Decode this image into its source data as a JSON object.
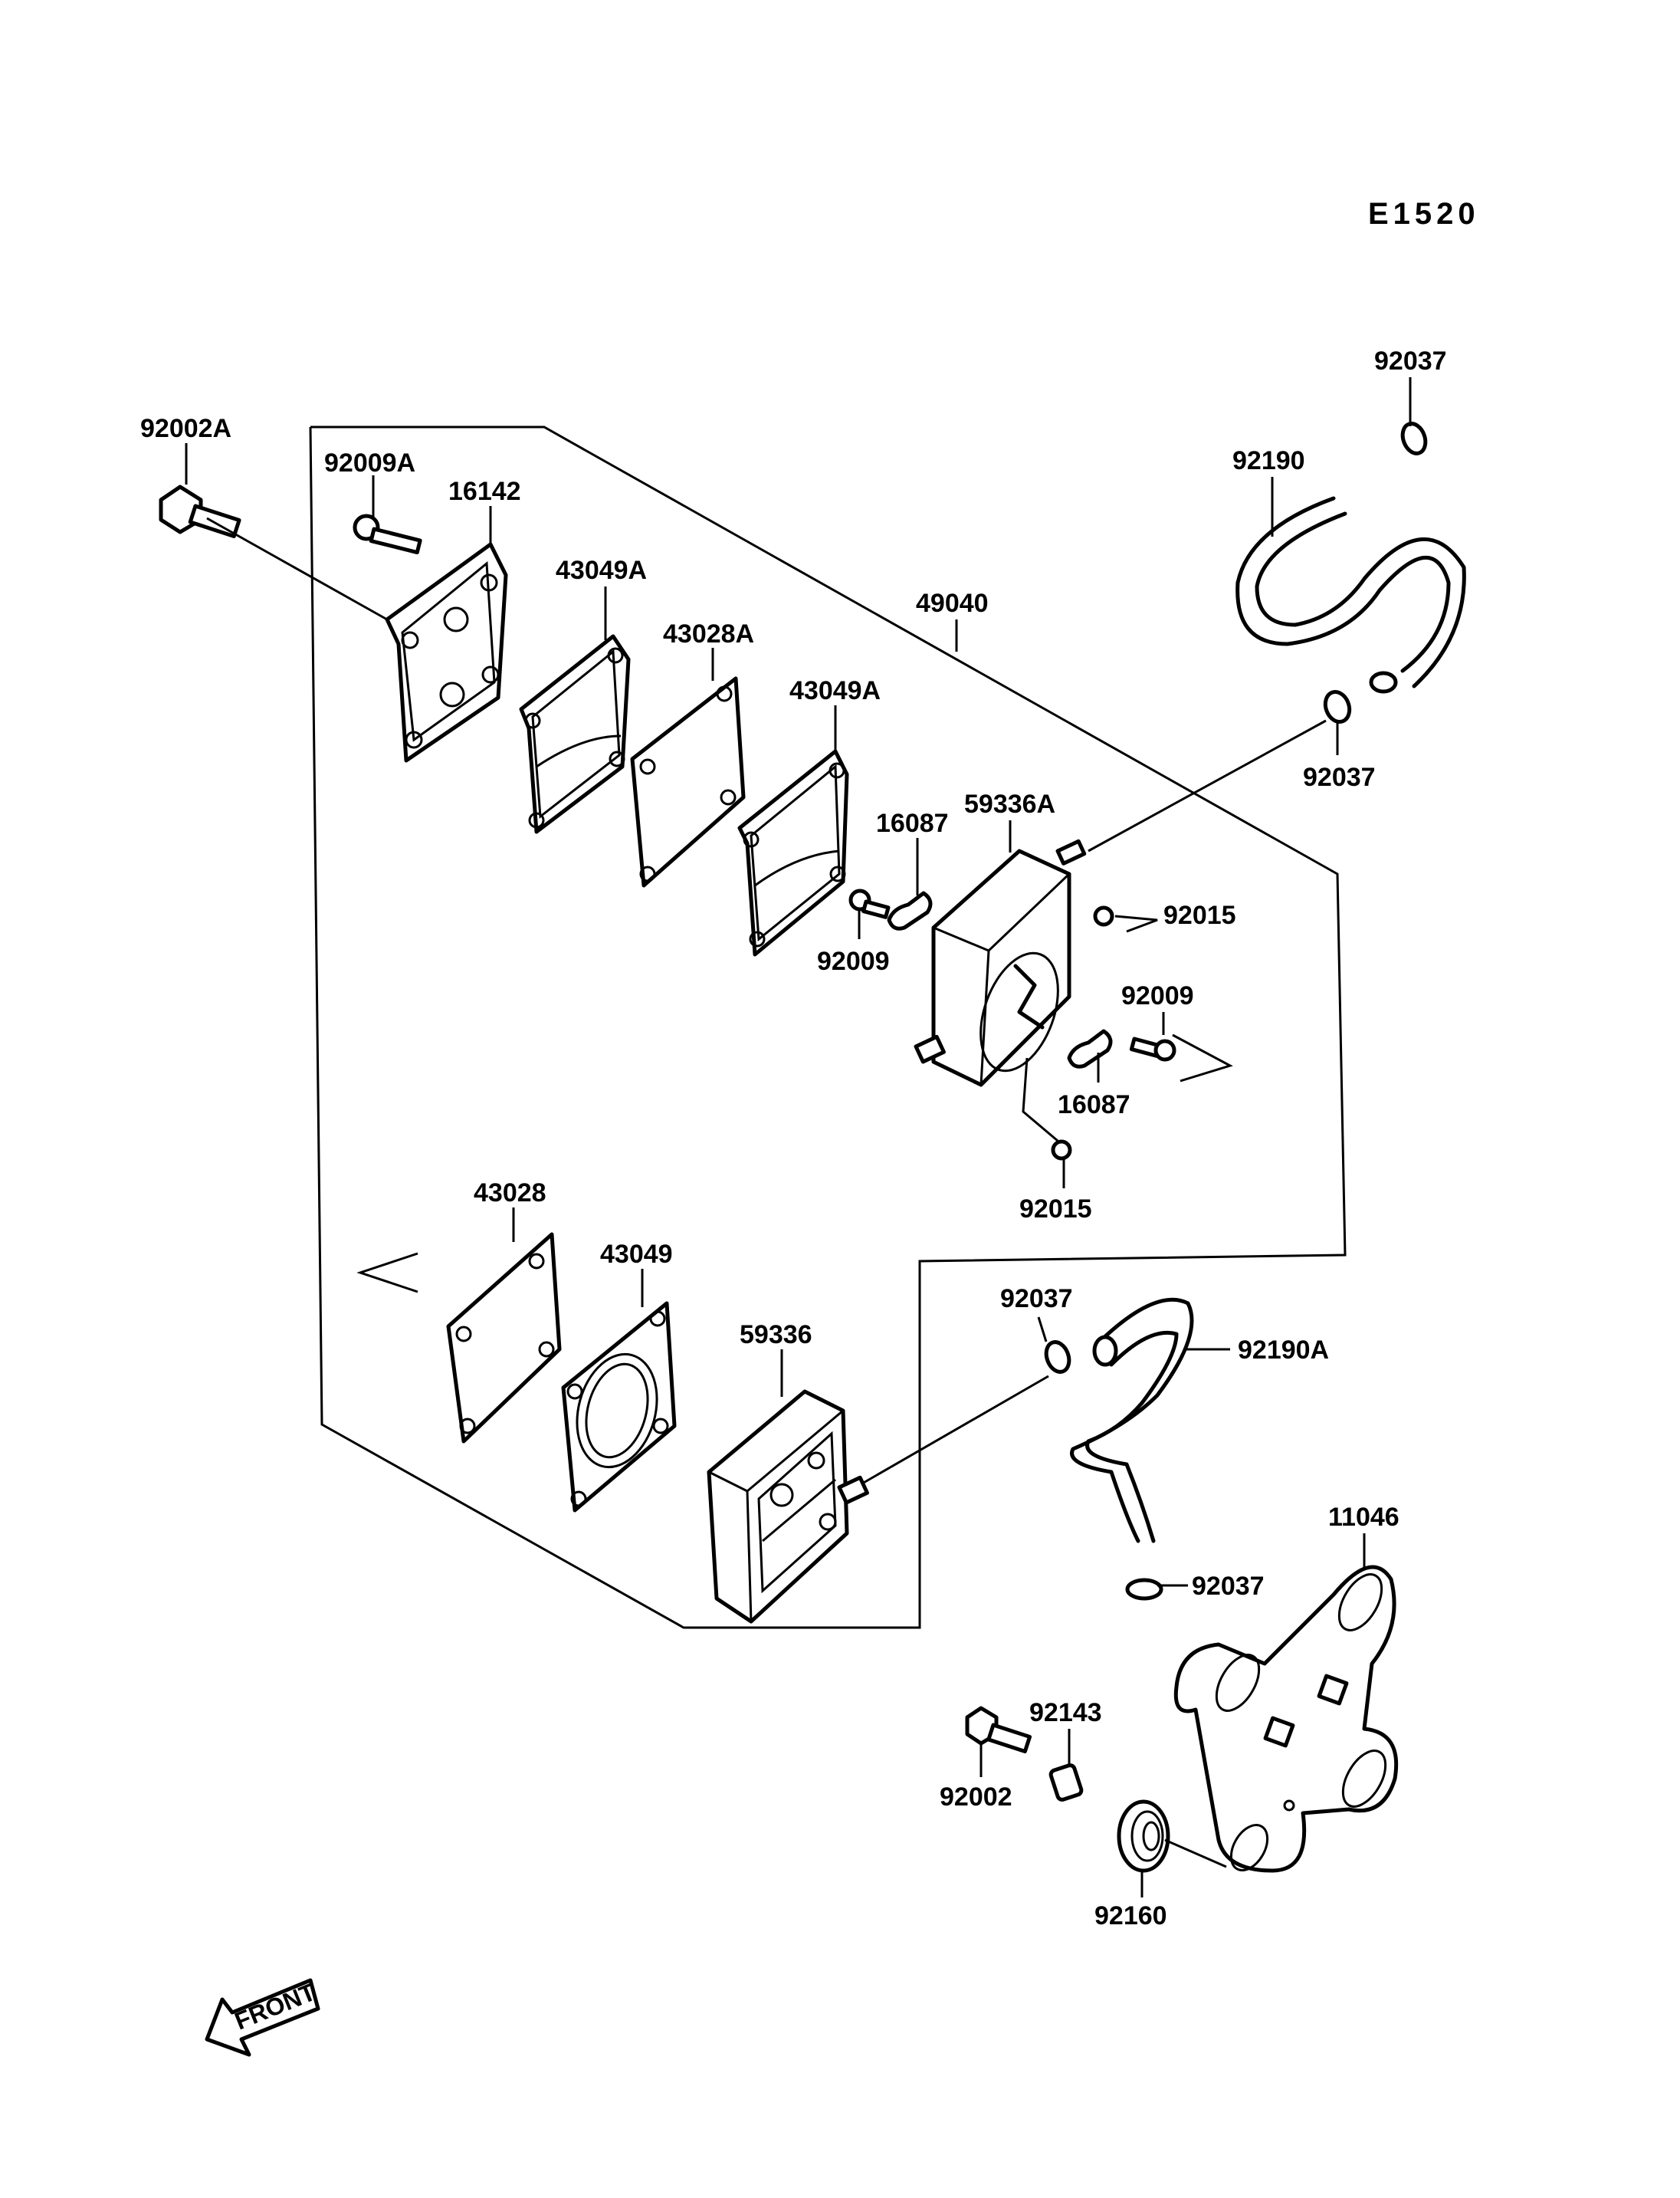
{
  "diagram": {
    "code": "E1520",
    "front_label": "FRONT",
    "parts": [
      {
        "id": "p-92002A",
        "label": "92002A"
      },
      {
        "id": "p-92009A",
        "label": "92009A"
      },
      {
        "id": "p-16142",
        "label": "16142"
      },
      {
        "id": "p-43049A-1",
        "label": "43049A"
      },
      {
        "id": "p-43028A",
        "label": "43028A"
      },
      {
        "id": "p-43049A-2",
        "label": "43049A"
      },
      {
        "id": "p-49040",
        "label": "49040"
      },
      {
        "id": "p-16087-1",
        "label": "16087"
      },
      {
        "id": "p-59336A",
        "label": "59336A"
      },
      {
        "id": "p-92009-1",
        "label": "92009"
      },
      {
        "id": "p-92015-1",
        "label": "92015"
      },
      {
        "id": "p-92009-2",
        "label": "92009"
      },
      {
        "id": "p-16087-2",
        "label": "16087"
      },
      {
        "id": "p-92015-2",
        "label": "92015"
      },
      {
        "id": "p-92037-1",
        "label": "92037"
      },
      {
        "id": "p-92190",
        "label": "92190"
      },
      {
        "id": "p-92037-2",
        "label": "92037"
      },
      {
        "id": "p-43028",
        "label": "43028"
      },
      {
        "id": "p-43049",
        "label": "43049"
      },
      {
        "id": "p-59336",
        "label": "59336"
      },
      {
        "id": "p-92037-3",
        "label": "92037"
      },
      {
        "id": "p-92190A",
        "label": "92190A"
      },
      {
        "id": "p-92037-4",
        "label": "92037"
      },
      {
        "id": "p-11046",
        "label": "11046"
      },
      {
        "id": "p-92143",
        "label": "92143"
      },
      {
        "id": "p-92002",
        "label": "92002"
      },
      {
        "id": "p-92160",
        "label": "92160"
      }
    ]
  }
}
